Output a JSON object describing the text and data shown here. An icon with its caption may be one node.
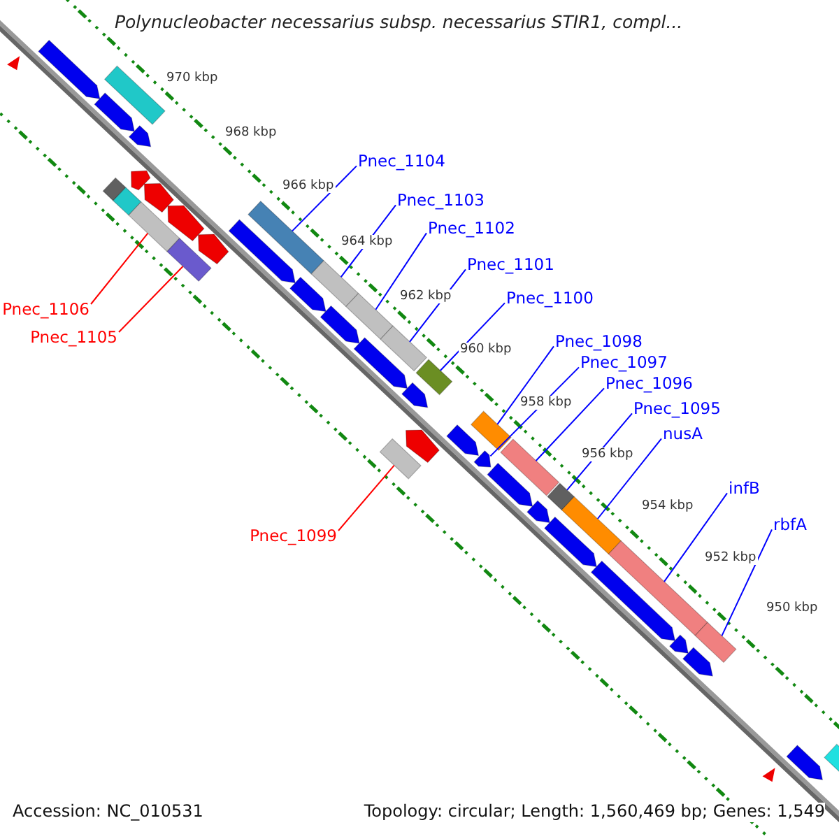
{
  "diagram": {
    "title": "Polynucleobacter necessarius subsp. necessarius STIR1, compl...",
    "nodes": [
      {
        "text": [
          "Pnec_1104"
        ]
      },
      {
        "text": [],
        "shape": "bar"
      },
      {
        "text": [
          "Pnec_1103"
        ]
      },
      {
        "text": [],
        "shape": "bar"
      },
      {
        "text": [
          "Pnec_1102"
        ]
      },
      {
        "text": [],
        "shape": "bar"
      },
      {
        "text": [
          "Pnec_1101"
        ]
      },
      {
        "text": [],
        "shape": "bar"
      },
      {
        "text": [
          "Pnec_1100"
        ]
      },
      {
        "text": [],
        "shape": "bar"
      },
      {
        "text": [
          "Pnec_1106"
        ]
      },
      {
        "text": [],
        "shape": "bar"
      },
      {
        "text": [
          "Pnec_1105"
        ]
      },
      {
        "text": [],
        "shape": "bar"
      },
      {
        "text": [
          "Pnec_1098"
        ]
      },
      {
        "text": [],
        "shape": "bar"
      },
      {
        "text": [
          "Pnec_1097"
        ]
      },
      {
        "text": [],
        "shape": "bar"
      },
      {
        "text": [
          "Pnec_1096"
        ]
      },
      {
        "text": [],
        "shape": "bar"
      },
      {
        "text": [
          "Pnec_1095"
        ]
      },
      {
        "text": [],
        "shape": "bar"
      },
      {
        "text": [
          "nusA"
        ]
      },
      {
        "text": [],
        "shape": "bar"
      },
      {
        "text": [
          "infB"
        ]
      },
      {
        "text": [],
        "shape": "bar"
      },
      {
        "text": [
          "rbfA"
        ]
      },
      {
        "text": [],
        "shape": "bar"
      },
      {
        "text": [
          "Pnec_1099"
        ]
      },
      {
        "text": [],
        "shape": "bar"
      },
      {
        "text": [],
        "shape": "bar"
      },
      {
        "text": [],
        "shape": "bar"
      },
      {
        "text": [],
        "shape": "bar"
      },
      {
        "text": [],
        "shape": "bar"
      },
      {
        "text": [],
        "shape": "bar"
      },
      {
        "text": [],
        "shape": "bar"
      },
      {
        "text": [],
        "shape": "bar"
      },
      {
        "text": [],
        "shape": "bar"
      },
      {
        "text": [],
        "shape": "bar"
      },
      {
        "text": [],
        "shape": "bar"
      },
      {
        "text": [],
        "shape": "bar"
      },
      {
        "text": [],
        "shape": "bar"
      },
      {
        "text": [],
        "shape": "bar"
      },
      {
        "text": [],
        "shape": "bar"
      },
      {
        "text": [],
        "shape": "bar"
      },
      {
        "text": [],
        "shape": "bar"
      },
      {
        "text": [],
        "shape": "bar"
      },
      {
        "text": [],
        "shape": "bar"
      },
      {
        "text": [],
        "shape": "bar"
      },
      {
        "text": [],
        "shape": "bar"
      },
      {
        "text": [],
        "shape": "bar"
      },
      {
        "text": [],
        "shape": "bar"
      },
      {
        "text": [],
        "shape": "bar"
      },
      {
        "text": [],
        "shape": "bar"
      },
      {
        "text": [],
        "shape": "bar"
      }
    ],
    "edges": [
      {
        "from": 0,
        "to": 1,
        "arrow": "none"
      },
      {
        "from": 2,
        "to": 3,
        "arrow": "none"
      },
      {
        "from": 4,
        "to": 5,
        "arrow": "none"
      },
      {
        "from": 6,
        "to": 7,
        "arrow": "none"
      },
      {
        "from": 8,
        "to": 9,
        "arrow": "none"
      },
      {
        "from": 10,
        "to": 11,
        "arrow": "none",
        "color": "#ff0000"
      },
      {
        "from": 12,
        "to": 13,
        "arrow": "none",
        "color": "#ff0000"
      },
      {
        "from": 14,
        "to": 15,
        "arrow": "none"
      },
      {
        "from": 16,
        "to": 17,
        "arrow": "none"
      },
      {
        "from": 18,
        "to": 19,
        "arrow": "none"
      },
      {
        "from": 20,
        "to": 21,
        "arrow": "none"
      },
      {
        "from": 22,
        "to": 23,
        "arrow": "none"
      },
      {
        "from": 24,
        "to": 25,
        "arrow": "none"
      },
      {
        "from": 26,
        "to": 27,
        "arrow": "none"
      },
      {
        "from": 28,
        "to": 29,
        "arrow": "none",
        "color": "#ff0000"
      }
    ],
    "labels": [
      "970 kbp",
      "968 kbp",
      "966 kbp",
      "964 kbp",
      "962 kbp",
      "960 kbp",
      "958 kbp",
      "956 kbp",
      "954 kbp",
      "952 kbp",
      "950 kbp",
      "Accession: NC_010531",
      "Topology: circular; Length: 1,560,469 bp; Genes: 1,549"
    ]
  }
}
